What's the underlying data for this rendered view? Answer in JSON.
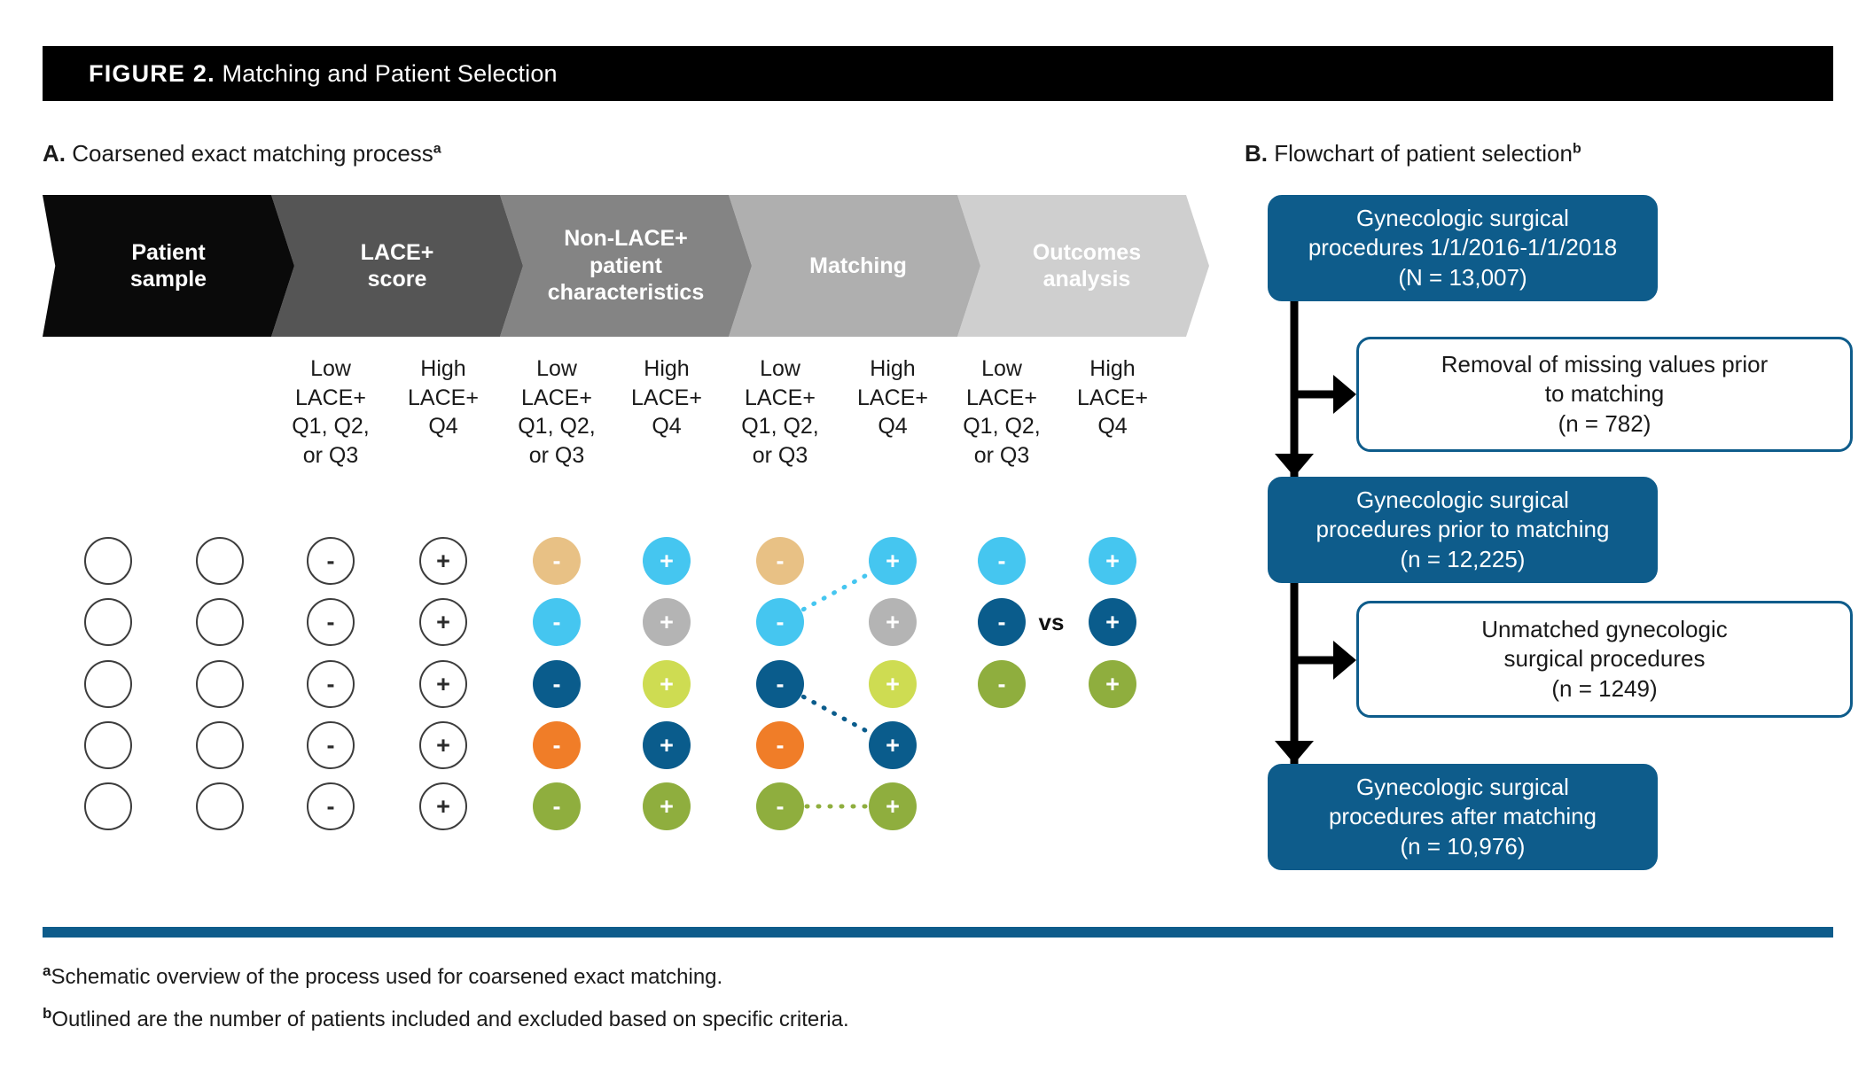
{
  "figure": {
    "label": "FIGURE 2.",
    "title": "Matching and Patient Selection"
  },
  "colors": {
    "title_bar": "#000000",
    "rule": "#0E5C8B",
    "flow_blue": "#0E5C8B",
    "sand": "#E8C185",
    "light_blue": "#45C6F0",
    "dark_blue": "#0A5C8C",
    "orange": "#F07D28",
    "olive": "#8FAE3E",
    "gray": "#B4B4B4",
    "yellow_green": "#CEDC52"
  },
  "panelA": {
    "letter": "A.",
    "title": "Coarsened exact matching process",
    "footnote_marker": "a",
    "stages": [
      {
        "label": "Patient\nsample",
        "color": "#0A0A0A"
      },
      {
        "label": "LACE+\nscore",
        "color": "#555555"
      },
      {
        "label": "Non-LACE+\npatient\ncharacteristics",
        "color": "#848484"
      },
      {
        "label": "Matching",
        "color": "#AFAFAF"
      },
      {
        "label": "Outcomes\nanalysis",
        "color": "#CFCFCF"
      }
    ],
    "column_headers": [
      "",
      "",
      "Low\nLACE+\nQ1, Q2,\nor Q3",
      "High\nLACE+\nQ4",
      "Low\nLACE+\nQ1, Q2,\nor Q3",
      "High\nLACE+\nQ4",
      "Low\nLACE+\nQ1, Q2,\nor Q3",
      "High\nLACE+\nQ4",
      "Low\nLACE+\nQ1, Q2,\nor Q3",
      "High\nLACE+\nQ4"
    ],
    "vs_label": "vs",
    "grid": {
      "rows": 5,
      "columns": [
        {
          "name": "patient-sample",
          "style": "empty",
          "cells": [
            "",
            "",
            "",
            "",
            ""
          ]
        },
        {
          "name": "lace-score-blank",
          "style": "empty",
          "cells": [
            "",
            "",
            "",
            "",
            ""
          ]
        },
        {
          "name": "lace-low-outline",
          "style": "outline",
          "cells": [
            "-",
            "-",
            "-",
            "-",
            "-"
          ]
        },
        {
          "name": "lace-high-outline",
          "style": "outline",
          "cells": [
            "+",
            "+",
            "+",
            "+",
            "+"
          ]
        },
        {
          "name": "nonlace-low",
          "style": "filled",
          "cells": [
            "-",
            "-",
            "-",
            "-",
            "-"
          ],
          "fills": [
            "#E8C185",
            "#45C6F0",
            "#0A5C8C",
            "#F07D28",
            "#8FAE3E"
          ]
        },
        {
          "name": "nonlace-high",
          "style": "filled",
          "cells": [
            "+",
            "+",
            "+",
            "+",
            "+"
          ],
          "fills": [
            "#45C6F0",
            "#B4B4B4",
            "#CEDC52",
            "#0A5C8C",
            "#8FAE3E"
          ]
        },
        {
          "name": "matching-low",
          "style": "filled",
          "cells": [
            "-",
            "-",
            "-",
            "-",
            "-"
          ],
          "fills": [
            "#E8C185",
            "#45C6F0",
            "#0A5C8C",
            "#F07D28",
            "#8FAE3E"
          ]
        },
        {
          "name": "matching-high",
          "style": "filled",
          "cells": [
            "+",
            "+",
            "+",
            "+",
            "+"
          ],
          "fills": [
            "#45C6F0",
            "#B4B4B4",
            "#CEDC52",
            "#0A5C8C",
            "#8FAE3E"
          ]
        },
        {
          "name": "outcomes-low",
          "style": "filled",
          "cells": [
            "-",
            "-",
            "-"
          ],
          "fills": [
            "#45C6F0",
            "#0A5C8C",
            "#8FAE3E"
          ]
        },
        {
          "name": "outcomes-high",
          "style": "filled",
          "cells": [
            "+",
            "+",
            "+"
          ],
          "fills": [
            "#45C6F0",
            "#0A5C8C",
            "#8FAE3E"
          ]
        }
      ],
      "match_links": [
        {
          "from_row": 2,
          "to_row": 1,
          "color": "#45C6F0"
        },
        {
          "from_row": 3,
          "to_row": 4,
          "color": "#0A5C8C"
        },
        {
          "from_row": 5,
          "to_row": 5,
          "color": "#8FAE3E"
        }
      ]
    }
  },
  "panelB": {
    "letter": "B.",
    "title": "Flowchart of patient selection",
    "footnote_marker": "b",
    "boxes": [
      {
        "id": "total",
        "kind": "solid",
        "text": "Gynecologic surgical\nprocedures 1/1/2016-1/1/2018\n(N = 13,007)"
      },
      {
        "id": "excl1",
        "kind": "hollow",
        "text": "Removal of missing values prior\nto matching\n(n = 782)"
      },
      {
        "id": "prematch",
        "kind": "solid",
        "text": "Gynecologic surgical\nprocedures prior to matching\n(n = 12,225)"
      },
      {
        "id": "excl2",
        "kind": "hollow",
        "text": "Unmatched gynecologic\nsurgical procedures\n(n = 1249)"
      },
      {
        "id": "postmatch",
        "kind": "solid",
        "text": "Gynecologic surgical\nprocedures after matching\n(n = 10,976)"
      }
    ]
  },
  "footnotes": [
    {
      "marker": "a",
      "text": "Schematic overview of the process used for coarsened exact matching."
    },
    {
      "marker": "b",
      "text": "Outlined are the number of patients included and excluded based on specific criteria."
    }
  ]
}
